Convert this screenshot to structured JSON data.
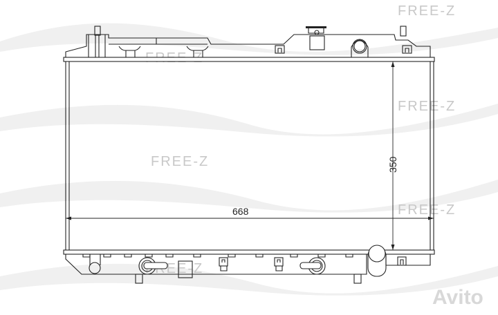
{
  "drawing": {
    "dimensions": {
      "width": "668",
      "height": "350"
    },
    "watermarks": {
      "brand": "FREE-Z",
      "marketplace": "Avito"
    }
  }
}
